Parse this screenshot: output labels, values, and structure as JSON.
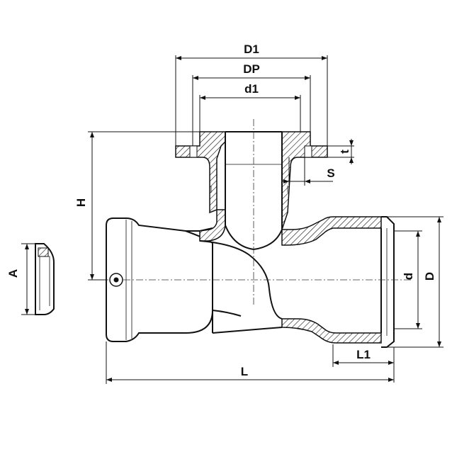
{
  "drawing": {
    "labels": {
      "D1": "D1",
      "DP": "DP",
      "d1": "d1",
      "t": "t",
      "S": "S",
      "H": "H",
      "A": "A",
      "d": "d",
      "D": "D",
      "L1": "L1",
      "L": "L"
    }
  }
}
